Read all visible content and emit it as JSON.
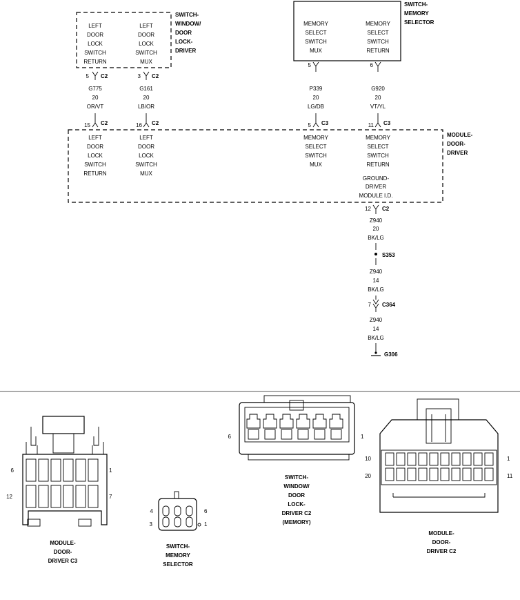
{
  "components": {
    "switch_window_door_lock_driver": {
      "title": [
        "SWITCH-",
        "WINDOW/",
        "DOOR",
        "LOCK-",
        "DRIVER"
      ],
      "pins": [
        [
          "LEFT",
          "DOOR",
          "LOCK",
          "SWITCH",
          "RETURN"
        ],
        [
          "LEFT",
          "DOOR",
          "LOCK",
          "SWITCH",
          "MUX"
        ]
      ]
    },
    "switch_memory_selector": {
      "title": [
        "SWITCH-",
        "MEMORY",
        "SELECTOR"
      ],
      "pins": [
        [
          "MEMORY",
          "SELECT",
          "SWITCH",
          "MUX"
        ],
        [
          "MEMORY",
          "SELECT",
          "SWITCH",
          "RETURN"
        ]
      ]
    },
    "module_door_driver": {
      "title": [
        "MODULE-",
        "DOOR-",
        "DRIVER"
      ],
      "pins": [
        [
          "LEFT",
          "DOOR",
          "LOCK",
          "SWITCH",
          "RETURN"
        ],
        [
          "LEFT",
          "DOOR",
          "LOCK",
          "SWITCH",
          "MUX"
        ],
        [
          "MEMORY",
          "SELECT",
          "SWITCH",
          "MUX"
        ],
        [
          "MEMORY",
          "SELECT",
          "SWITCH",
          "RETURN"
        ],
        [
          "GROUND-",
          "DRIVER",
          "MODULE I.D."
        ]
      ]
    }
  },
  "wires": [
    {
      "top_pin": "5",
      "top_conn": "C2",
      "circuit": [
        "G775",
        "20",
        "OR/VT"
      ],
      "bottom_pin": "15",
      "bottom_conn": "C2"
    },
    {
      "top_pin": "3",
      "top_conn": "C2",
      "circuit": [
        "G161",
        "20",
        "LB/OR"
      ],
      "bottom_pin": "16",
      "bottom_conn": "C2"
    },
    {
      "top_pin": "5",
      "top_conn": "",
      "circuit": [
        "P339",
        "20",
        "LG/DB"
      ],
      "bottom_pin": "5",
      "bottom_conn": "C3"
    },
    {
      "top_pin": "6",
      "top_conn": "",
      "circuit": [
        "G920",
        "20",
        "VT/YL"
      ],
      "bottom_pin": "11",
      "bottom_conn": "C3"
    }
  ],
  "ground_path": {
    "pin": "12",
    "conn": "C2",
    "circuit1": [
      "Z940",
      "20",
      "BK/LG"
    ],
    "splice": "S353",
    "circuit2": [
      "Z940",
      "14",
      "BK/LG"
    ],
    "inline_pin": "7",
    "inline_conn": "C364",
    "circuit3": [
      "Z940",
      "14",
      "BK/LG"
    ],
    "ground": "G306"
  },
  "connector_views": {
    "c3": {
      "label": [
        "MODULE-",
        "DOOR-",
        "DRIVER C3"
      ],
      "pins": {
        "tl": "6",
        "tr": "1",
        "bl": "12",
        "br": "7"
      }
    },
    "selector": {
      "label": [
        "SWITCH-",
        "MEMORY",
        "SELECTOR"
      ],
      "pins": {
        "tl": "4",
        "tr": "6",
        "bl": "3",
        "br": "1"
      }
    },
    "swc2": {
      "label": [
        "SWITCH-",
        "WINDOW/",
        "DOOR",
        "LOCK-",
        "DRIVER C2",
        "(MEMORY)"
      ],
      "pins": {
        "left": "6",
        "right": "1"
      }
    },
    "mdc2": {
      "label": [
        "MODULE-",
        "DOOR-",
        "DRIVER C2"
      ],
      "pins": {
        "tl": "10",
        "tr": "1",
        "bl": "20",
        "br": "11"
      }
    }
  }
}
